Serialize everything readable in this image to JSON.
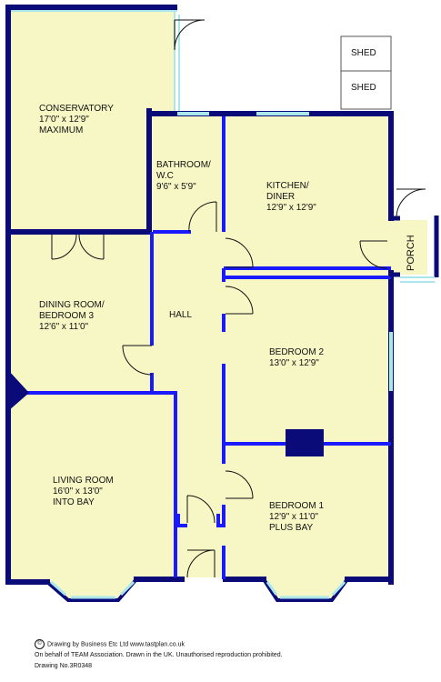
{
  "rooms": {
    "conservatory": {
      "name": "CONSERVATORY",
      "size": "17'0\" x 12'9\"",
      "note": "MAXIMUM"
    },
    "bathroom": {
      "name": "BATHROOM/",
      "name2": "W.C",
      "size": "9'6\" x 5'9\""
    },
    "kitchen": {
      "name": "KITCHEN/",
      "name2": "DINER",
      "size": "12'9\" x 12'9\""
    },
    "dining": {
      "name": "DINING ROOM/",
      "name2": "BEDROOM 3",
      "size": "12'6\" x 11'0\""
    },
    "hall": {
      "name": "HALL"
    },
    "bedroom2": {
      "name": "BEDROOM 2",
      "size": "13'0\" x 12'9\""
    },
    "living": {
      "name": "LIVING ROOM",
      "size": "16'0\" x 13'0\"",
      "note": "INTO BAY"
    },
    "bedroom1": {
      "name": "BEDROOM 1",
      "size": "12'9\" x 11'0\"",
      "note": "PLUS BAY"
    },
    "porch": {
      "name": "PORCH"
    },
    "shed_upper": {
      "name": "SHED"
    },
    "shed_lower": {
      "name": "SHED"
    }
  },
  "footer": {
    "line1": "Drawing by Business Etc Ltd www.tastplan.co.uk",
    "line2": "On behalf of TEAM Association. Drawn in the UK. Unauthorised reproduction prohibited.",
    "line3": "Drawing No.3R0348"
  },
  "colors": {
    "floor": "#f7f7c6",
    "wall": "#0a0a78",
    "partition": "#1a1aff",
    "window": "#a9e7ec"
  }
}
